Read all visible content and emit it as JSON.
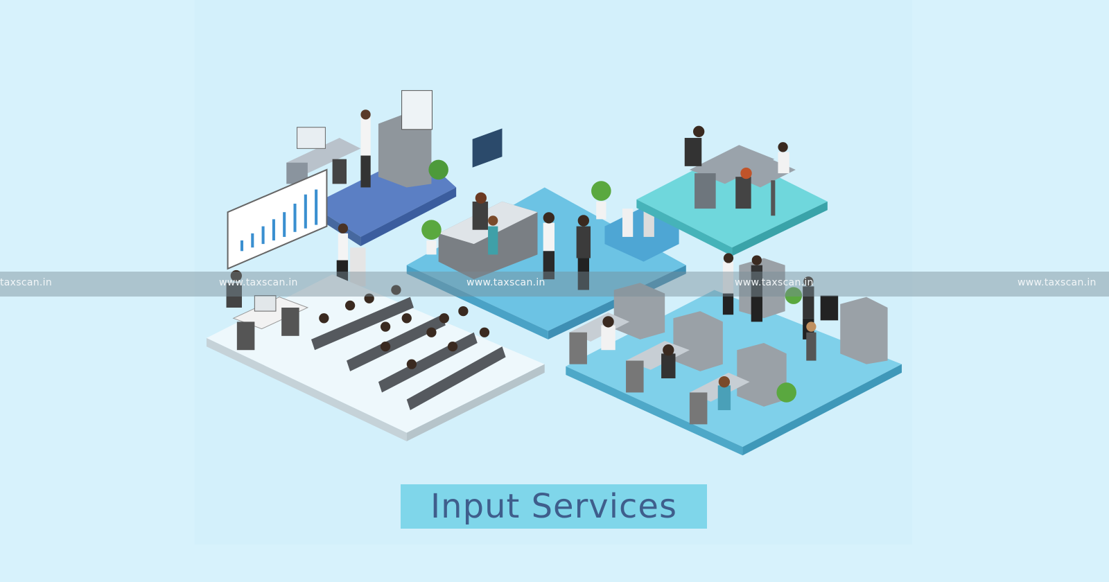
{
  "watermark": {
    "text_partial": "taxscan.in",
    "text": "www.taxscan.in"
  },
  "title": "Input Services",
  "colors": {
    "background": "#d7f2fc",
    "title_box": "#7fd6ea",
    "title_text": "#3f5e8c",
    "floor_blue": "#5b7fc4",
    "floor_reception": "#6cc3e4",
    "floor_teal": "#6fd7dc",
    "floor_white": "#eef8fc",
    "floor_office": "#7fd0ea"
  }
}
